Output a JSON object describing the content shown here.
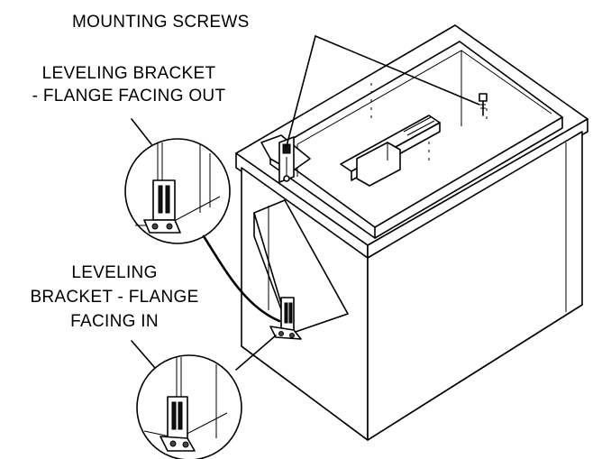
{
  "labels": {
    "mounting_screws": "MOUNTING SCREWS",
    "bracket_out_line1": "LEVELING BRACKET",
    "bracket_out_line2": "- FLANGE FACING OUT",
    "bracket_in_line1": "LEVELING",
    "bracket_in_line2": "BRACKET - FLANGE",
    "bracket_in_line3": "FACING IN"
  },
  "colors": {
    "ink": "#000000",
    "paper": "#ffffff"
  }
}
